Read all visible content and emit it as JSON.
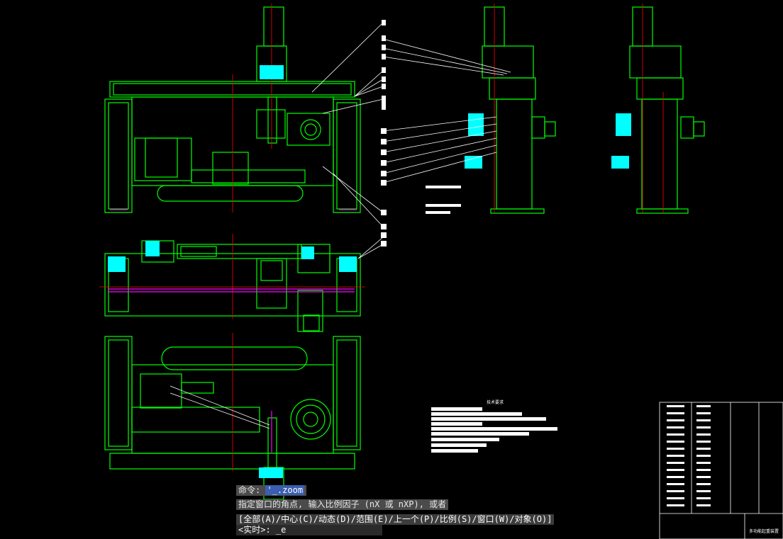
{
  "command_window": {
    "history_line_1_prefix": "命令:",
    "history_line_1_cmd": "'_.zoom",
    "history_line_2": "指定窗口的角点, 输入比例因子 (nX 或 nXP), 或者",
    "options_line": "[全部(A)/中心(C)/动态(D)/范围(E)/上一个(P)/比例(S)/窗口(W)/对象(O)]",
    "input_prompt": "<实时>:",
    "input_value": "_e"
  },
  "drawing": {
    "notes_heading": "技术要求",
    "title_block_name": "多功能起重装置"
  },
  "colors": {
    "background": "#000000",
    "outline": "#00ff00",
    "center_line": "#ff0000",
    "cyan": "#00ffff",
    "magenta": "#ff00ff",
    "leader": "#ffffff",
    "yellow": "#ffff00"
  }
}
